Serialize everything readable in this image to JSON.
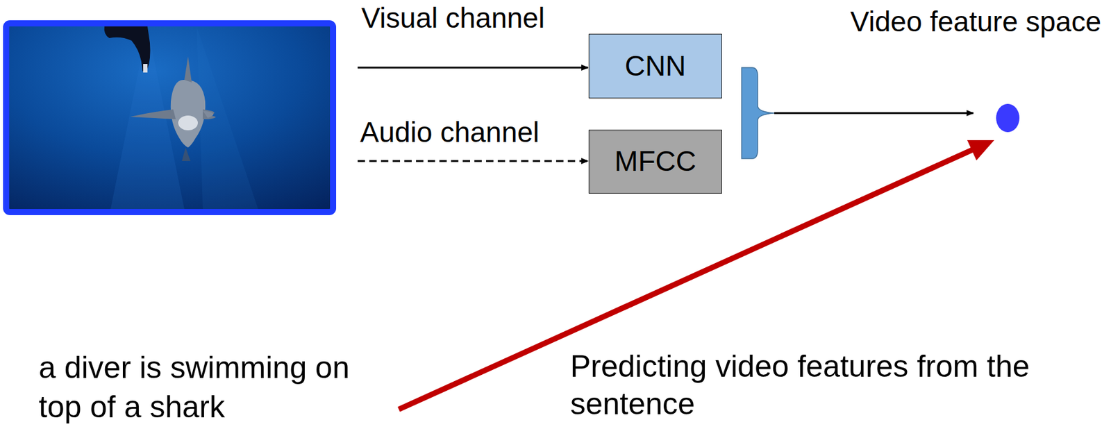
{
  "diagram": {
    "nodes": [
      {
        "text": [
          "CNN"
        ]
      },
      {
        "text": [
          "MFCC"
        ]
      }
    ],
    "labels": [
      "Visual channel",
      "Audio channel",
      "Video feature space",
      "a diver is swimming on top of a shark",
      "Predicting video features from the sentence"
    ]
  }
}
